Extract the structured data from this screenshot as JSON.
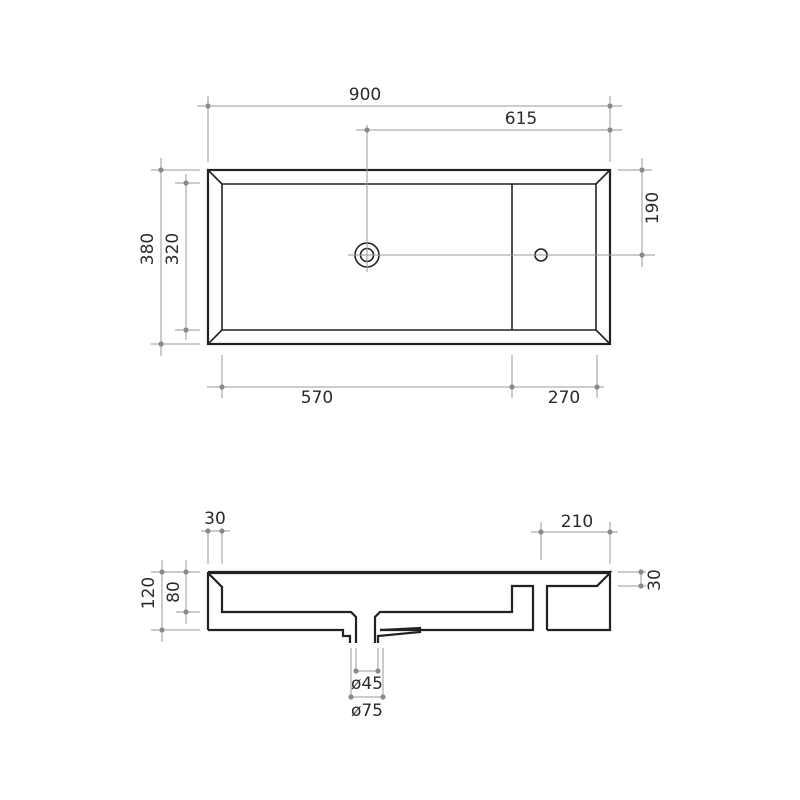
{
  "drawing": {
    "title": "Washbasin technical drawing",
    "units": "mm",
    "colors": {
      "object_line": "#222222",
      "dimension_line": "#9a9a9a",
      "text": "#2a2a2a",
      "background": "#ffffff"
    },
    "top_view": {
      "dimensions": {
        "overall_width": "900",
        "drain_to_right_edge": "615",
        "overall_depth": "380",
        "inner_depth": "320",
        "tap_hole_from_top": "190",
        "basin_width": "570",
        "shelf_width": "270"
      },
      "features": [
        "basin-drain",
        "tap-hole",
        "shelf-divider",
        "beveled-rim"
      ]
    },
    "side_view": {
      "dimensions": {
        "rim_thickness": "30",
        "shelf_length": "210",
        "total_height": "120",
        "bowl_depth": "80",
        "top_bevel": "30",
        "drain_inner_diameter": "ø45",
        "drain_outer_diameter": "ø75"
      }
    }
  }
}
